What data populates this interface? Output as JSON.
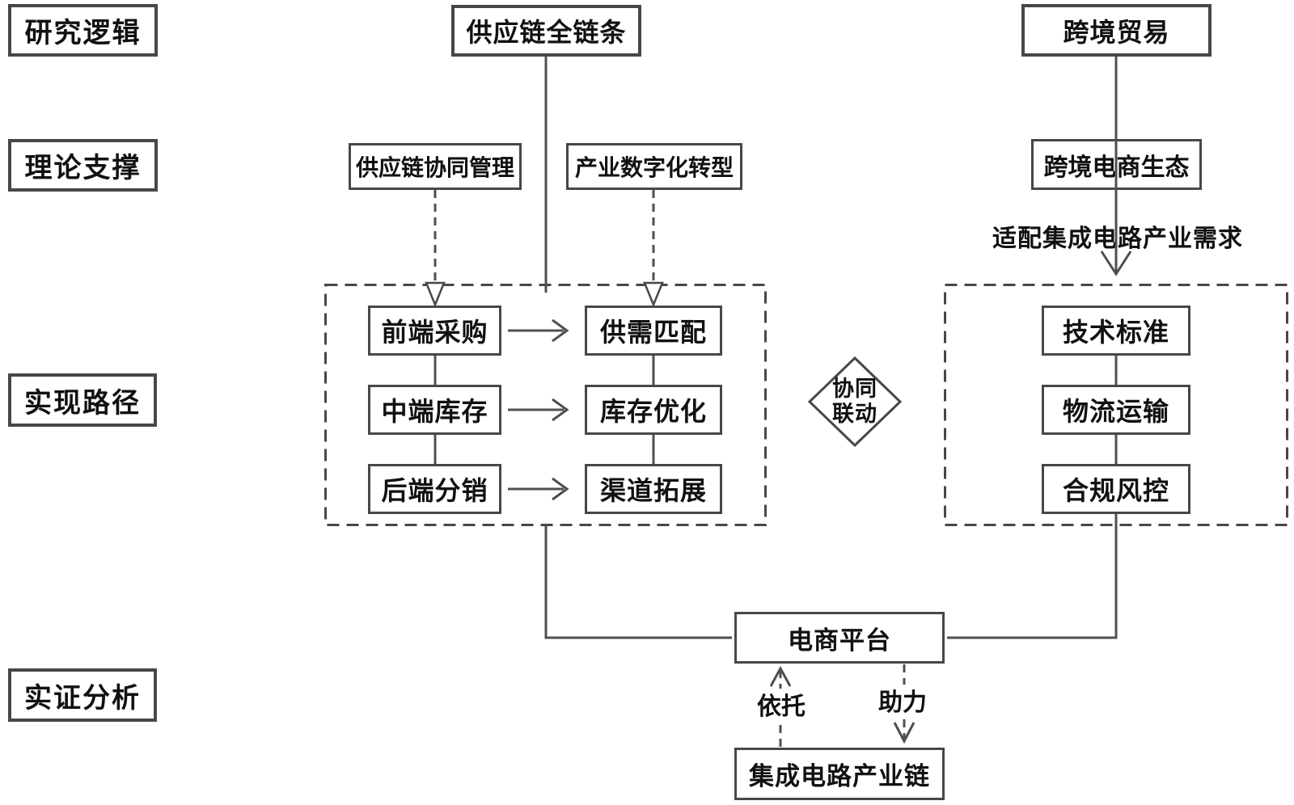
{
  "diagram": {
    "row_labels": {
      "research_logic": "研究逻辑",
      "theory_support": "理论支撑",
      "implementation_path": "实现路径",
      "empirical_analysis": "实证分析"
    },
    "top_nodes": {
      "supply_chain_full": "供应链全链条",
      "cross_border_trade": "跨境贸易"
    },
    "theory_nodes": {
      "scm_collaboration": "供应链协同管理",
      "industry_digitalization": "产业数字化转型",
      "cbec_ecosystem": "跨境电商生态"
    },
    "annotations": {
      "adapt_ic_demand": "适配集成电路产业需求",
      "rely": "依托",
      "assist": "助力"
    },
    "supply_path_group": {
      "stages": [
        "前端采购",
        "中端库存",
        "后端分销"
      ],
      "outcomes": [
        "供需匹配",
        "库存优化",
        "渠道拓展"
      ]
    },
    "diamond": {
      "line1": "协同",
      "line2": "联动"
    },
    "adaptation_group": [
      "技术标准",
      "物流运输",
      "合规风控"
    ],
    "bottom_nodes": {
      "ecommerce_platform": "电商平台",
      "ic_industry_chain": "集成电路产业链"
    },
    "colors": {
      "border": "#474747",
      "line": "#4f4f4f",
      "text": "#111111",
      "background": "#ffffff"
    }
  }
}
